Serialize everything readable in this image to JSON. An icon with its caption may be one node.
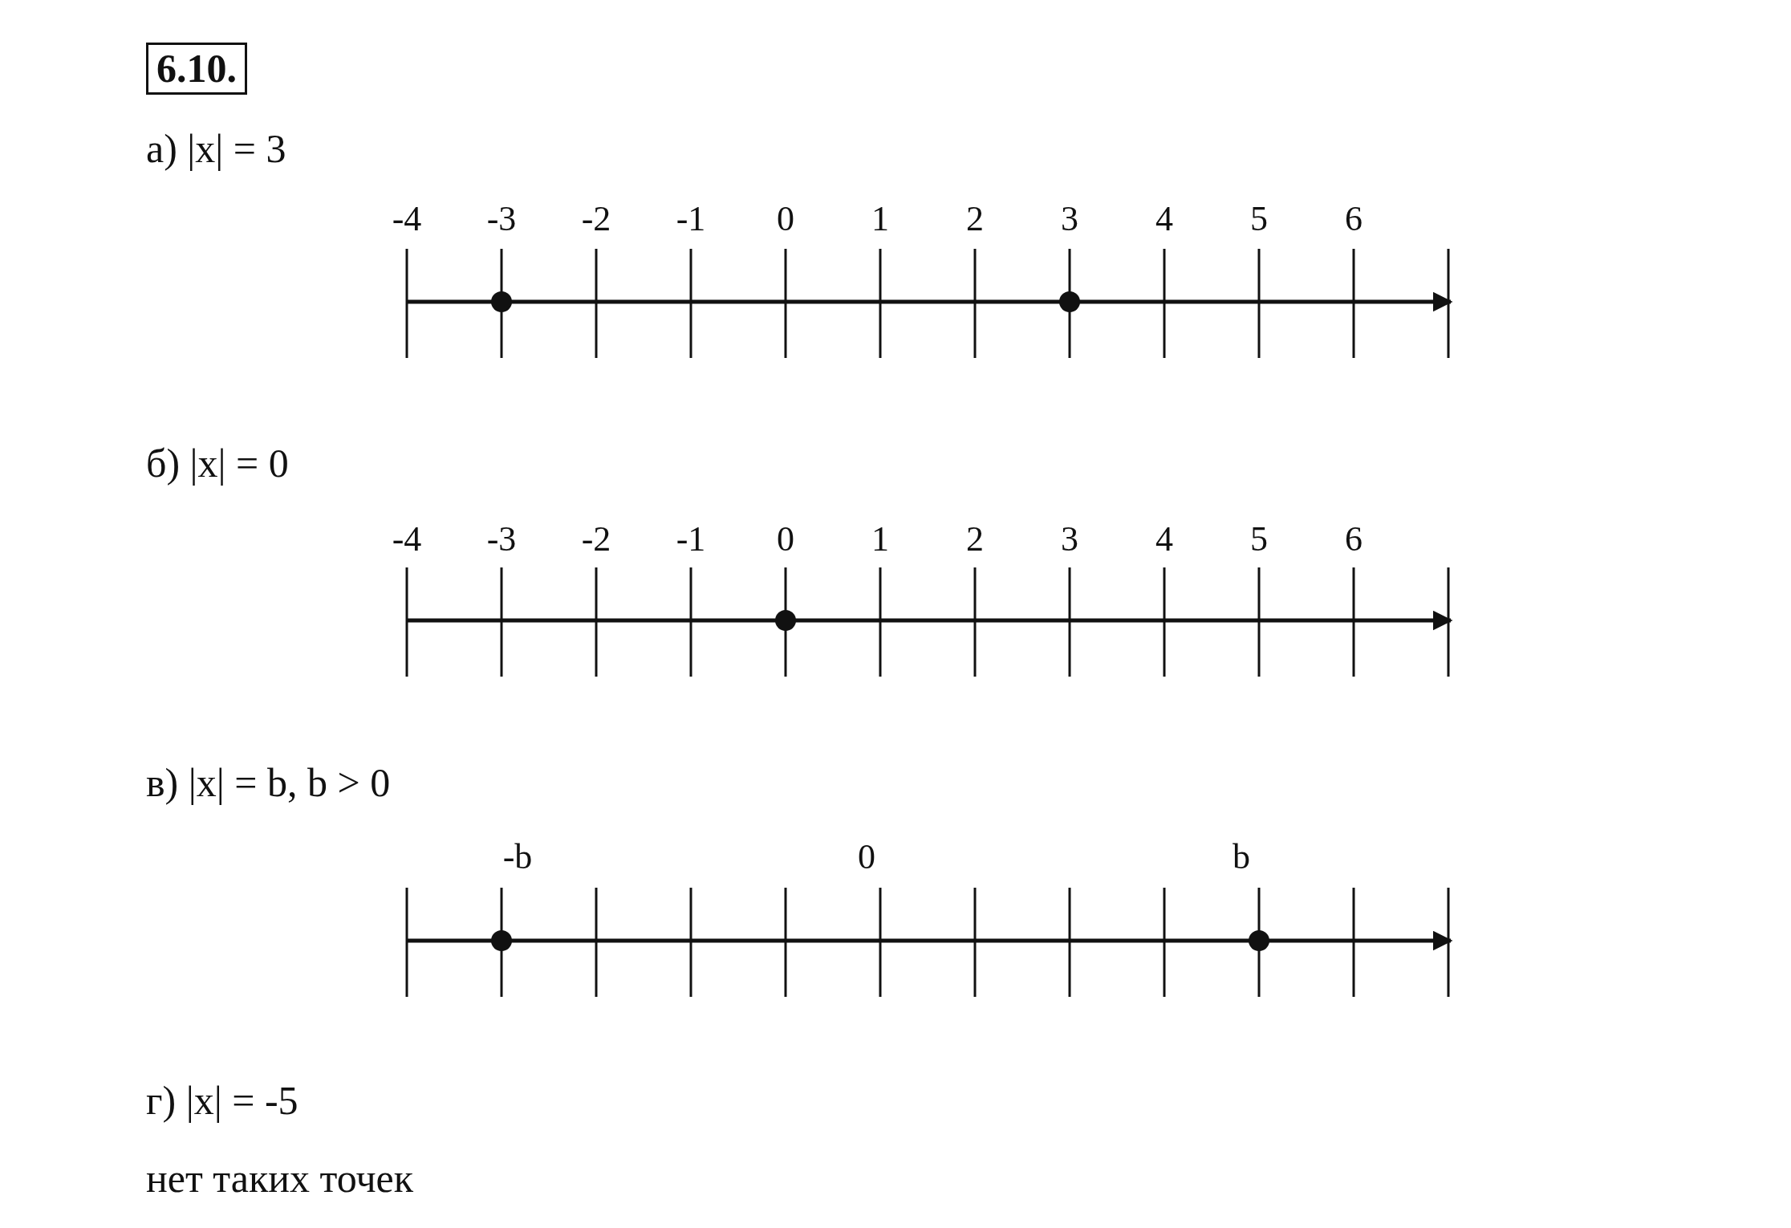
{
  "diagram": {
    "title": "6.10.",
    "labels": [
      "а) |x| = 3",
      "-4",
      "-3",
      "-2",
      "-1",
      "0",
      "1",
      "2",
      "3",
      "4",
      "5",
      "6",
      "б) |x| = 0",
      "-4",
      "-3",
      "-2",
      "-1",
      "0",
      "1",
      "2",
      "3",
      "4",
      "5",
      "6",
      "в) |x| = b, b > 0",
      "-b",
      "0",
      "b",
      "г) |x| = -5",
      "нет таких точек"
    ]
  }
}
